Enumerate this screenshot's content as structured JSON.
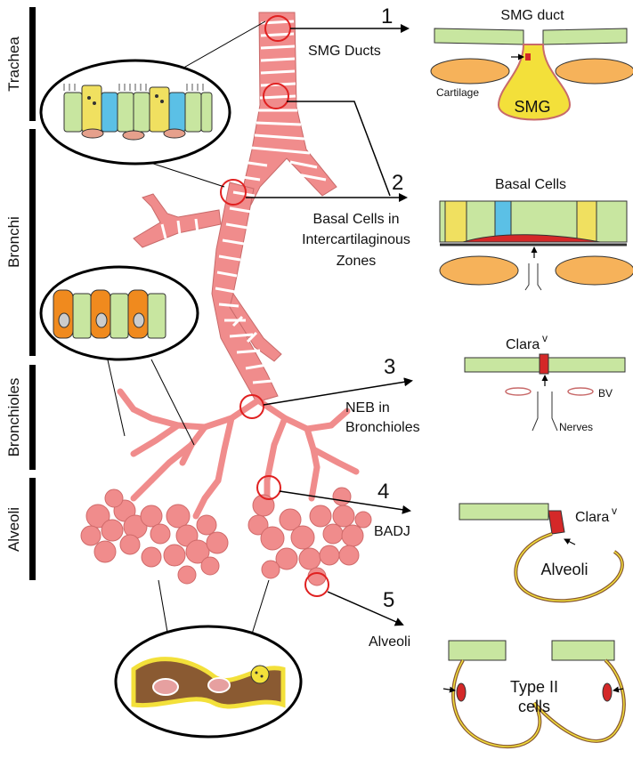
{
  "regions": {
    "trachea": "Trachea",
    "bronchi": "Bronchi",
    "bronchioles": "Bronchioles",
    "alveoli": "Alveoli"
  },
  "sites": [
    {
      "number": "1",
      "label": "SMG Ducts"
    },
    {
      "number": "2",
      "label_lines": [
        "Basal Cells in",
        "Intercartilaginous",
        "Zones"
      ]
    },
    {
      "number": "3",
      "label_lines": [
        "NEB in",
        "Bronchioles"
      ]
    },
    {
      "number": "4",
      "label": "BADJ"
    },
    {
      "number": "5",
      "label": "Alveoli"
    }
  ],
  "panels": {
    "smg": {
      "title": "SMG duct",
      "cartilage": "Cartilage",
      "gland": "SMG"
    },
    "basal": {
      "title": "Basal Cells"
    },
    "neb": {
      "clara": "Clara",
      "clara_sup": "v",
      "bv": "BV",
      "nerves": "Nerves"
    },
    "badj": {
      "clara": "Clara",
      "clara_sup": "v",
      "alveoli": "Alveoli"
    },
    "type2": {
      "line1": "Type II",
      "line2": "cells"
    }
  },
  "colors": {
    "airway": "#f08c8c",
    "ring": "#ffffff",
    "site_circle": "#e02020",
    "cell_green": "#c8e6a0",
    "cell_orange": "#f08a1e",
    "cartilage": "#f6b25a",
    "basal_red": "#d42828",
    "alveolar_brown": "#8a5a32",
    "alveolar_yellow": "#f3e03a"
  }
}
